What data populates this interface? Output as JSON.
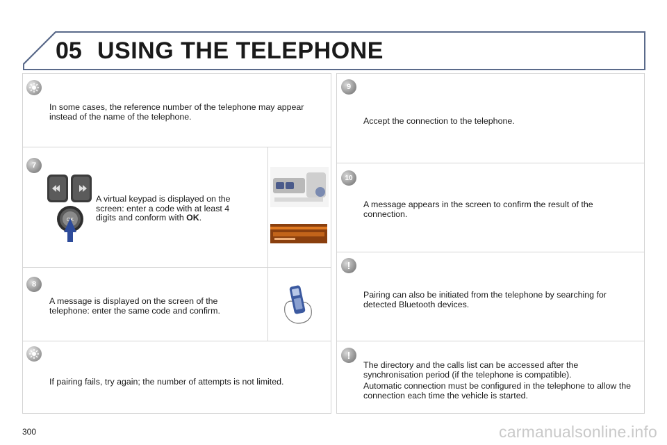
{
  "header": {
    "chapter_number": "05",
    "title": "USING THE TELEPHONE"
  },
  "left_column": {
    "tip_top": {
      "icon": "sun-icon",
      "text": "In some cases, the reference number of the telephone may appear instead of the name of the telephone."
    },
    "step_7": {
      "badge": "7",
      "text_before_ok": "A virtual keypad is displayed on the screen: enter a code with at least 4 digits and conform with ",
      "ok_label": "OK",
      "text_after_ok": ".",
      "image_ok_label": "OK"
    },
    "step_8": {
      "badge": "8",
      "text": "A message is displayed on the screen of the telephone: enter the same code and confirm."
    },
    "tip_bottom": {
      "icon": "sun-icon",
      "text": "If pairing fails, try again; the number of attempts is not limited."
    }
  },
  "right_column": {
    "step_9": {
      "badge": "9",
      "text": "Accept the connection to the telephone."
    },
    "step_10": {
      "badge": "10",
      "text": "A message appears in the screen to confirm the result of the connection."
    },
    "warning_1": {
      "badge": "!",
      "text": "Pairing can also be initiated from the telephone by searching for detected Bluetooth devices."
    },
    "warning_2": {
      "badge": "!",
      "text_1": "The directory and the calls list can be accessed after the synchronisation period (if the telephone is compatible).",
      "text_2": "Automatic connection must be configured in the telephone to allow the connection each time the vehicle is started."
    }
  },
  "footer": {
    "page_number": "300",
    "watermark": "carmanualsonline.info"
  }
}
